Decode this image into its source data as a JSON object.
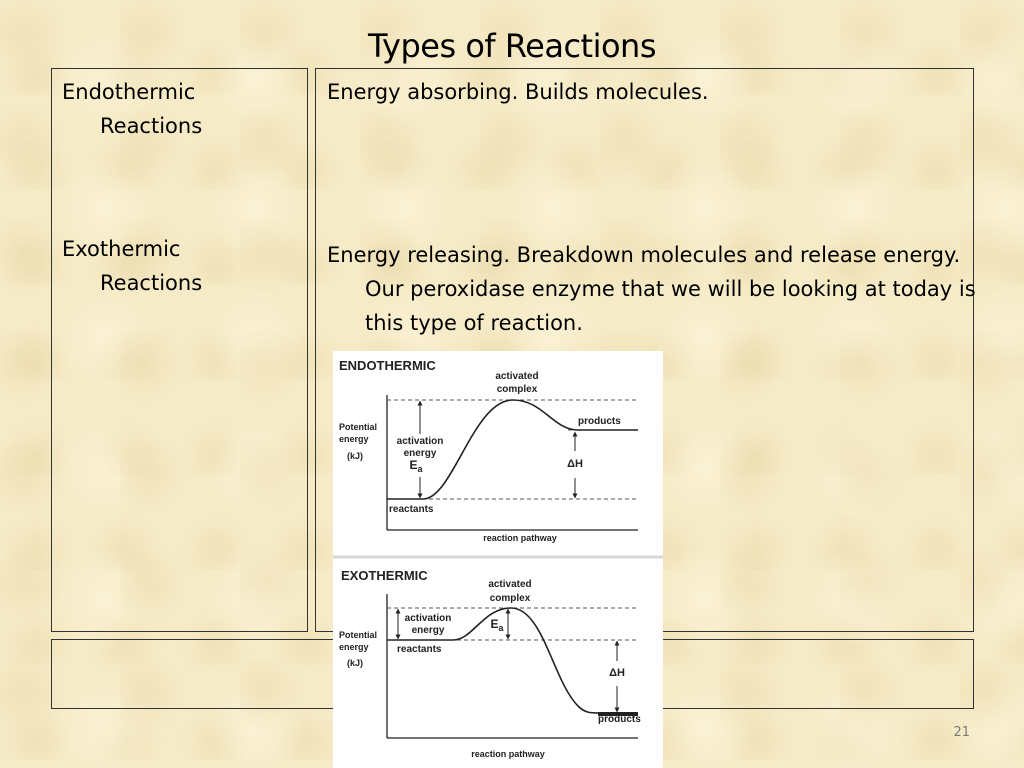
{
  "slide": {
    "title": "Types of Reactions",
    "slide_number": "21"
  },
  "terms": {
    "endothermic_line1": "Endothermic",
    "endothermic_line2": "Reactions",
    "exothermic_line1": "Exothermic",
    "exothermic_line2": "Reactions"
  },
  "definitions": {
    "endothermic": "Energy absorbing. Builds molecules.",
    "exothermic": "Energy releasing. Breakdown molecules and release energy. Our peroxidase enzyme that we will be looking at today is this type of reaction."
  },
  "diagram": {
    "endo": {
      "title": "ENDOTHERMIC",
      "activated_line1": "activated",
      "activated_line2": "complex",
      "products": "products",
      "ylabel_line1": "Potential",
      "ylabel_line2": "energy",
      "ylabel_line3": "(kJ)",
      "act_line1": "activation",
      "act_line2": "energy",
      "ea_main": "E",
      "ea_sub": "a",
      "delta_h": "ΔH",
      "reactants": "reactants",
      "xlabel": "reaction pathway"
    },
    "exo": {
      "title": "EXOTHERMIC",
      "activated_line1": "activated",
      "activated_line2": "complex",
      "act_line1": "activation",
      "act_line2": "energy",
      "ea_main": "E",
      "ea_sub": "a",
      "ylabel_line1": "Potential",
      "ylabel_line2": "energy",
      "ylabel_line3": "(kJ)",
      "reactants": "reactants",
      "delta_h": "ΔH",
      "products": "products",
      "xlabel": "reaction pathway"
    }
  }
}
